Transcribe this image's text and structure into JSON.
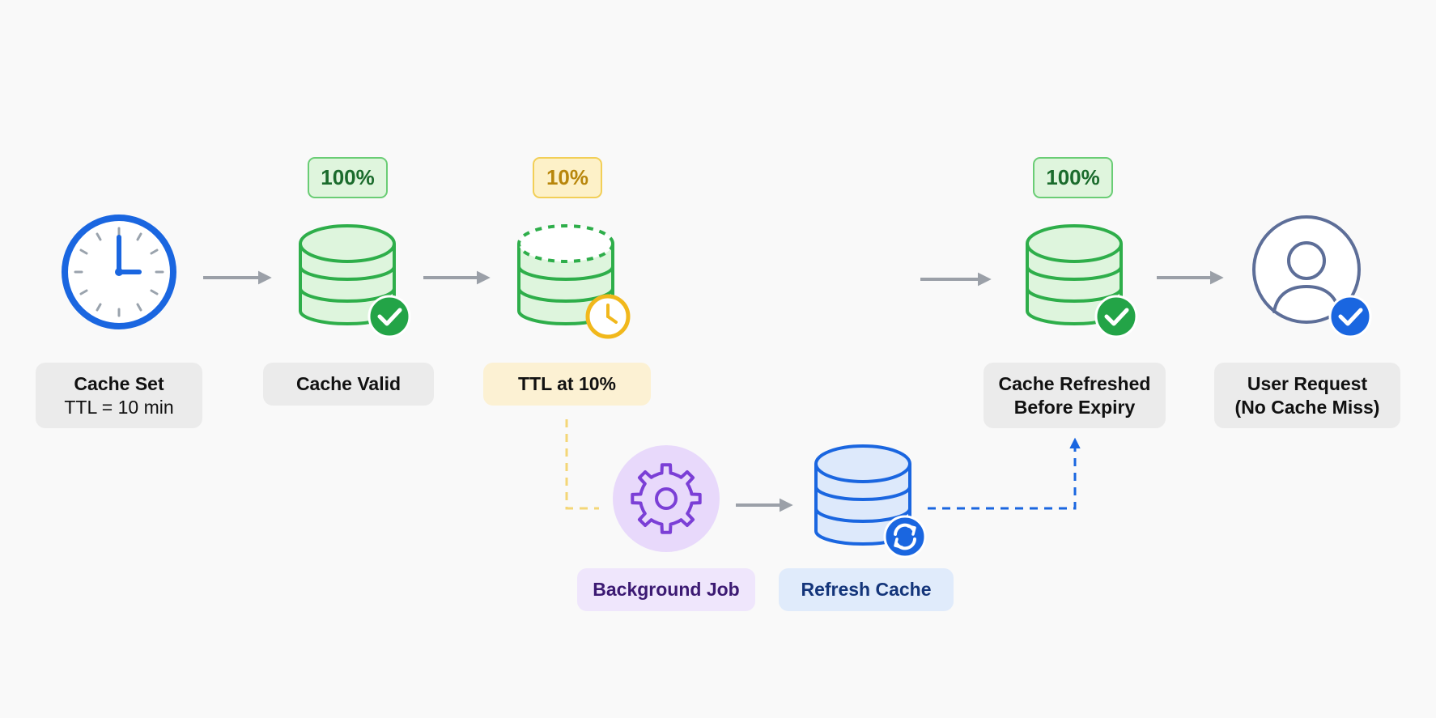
{
  "colors": {
    "green": "#2eae4a",
    "green_fill": "#def5dd",
    "yellow": "#f1b81c",
    "blue": "#1a66e0",
    "blue_fill": "#dde9fb",
    "purple": "#7b3fd6",
    "purple_fill": "#e8d9fb",
    "slate": "#5d6e98",
    "arrow_grey": "#9ba0a8"
  },
  "badges": {
    "valid_pct": "100%",
    "ttl_pct": "10%",
    "refreshed_pct": "100%"
  },
  "steps": {
    "cache_set": {
      "line1": "Cache Set",
      "line2": "TTL = 10 min",
      "icon": "clock-icon"
    },
    "cache_valid": {
      "line1": "Cache Valid",
      "icon": "database-check-icon"
    },
    "ttl_at": {
      "line1": "TTL at 10%",
      "icon": "database-clock-icon"
    },
    "cache_refreshed": {
      "line1": "Cache Refreshed",
      "line2": "Before Expiry",
      "icon": "database-check-icon"
    },
    "user_request": {
      "line1": "User Request",
      "line2": "(No Cache Miss)",
      "icon": "user-check-icon"
    },
    "background_job": {
      "line1": "Background Job",
      "icon": "gear-icon"
    },
    "refresh_cache": {
      "line1": "Refresh Cache",
      "icon": "database-refresh-icon"
    }
  }
}
